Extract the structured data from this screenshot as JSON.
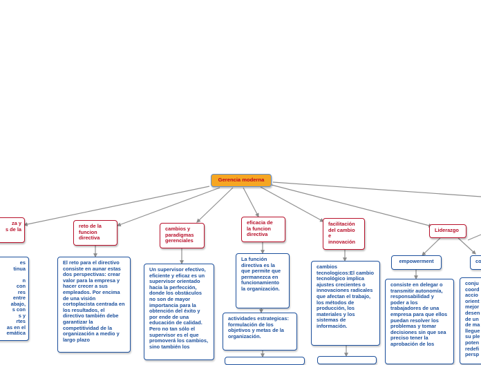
{
  "root": {
    "label": "Gerencia moderna"
  },
  "branches": {
    "left_cut": "za y\ns de la",
    "reto": "reto de la\nfuncion\ndirectiva",
    "cambios": "cambios y\nparadigmas\ngerenciales",
    "eficacia": "eficacia de\nla funcion\ndirectiva",
    "facilitacion": "facilitación\ndel cambio\ne\ninnovación",
    "liderazgo": "Liderazgo"
  },
  "details": {
    "left_cut": "es\ntinua\n\nn\ncon\nres\nentre\nabajo,\ns con\ns y\nrtes\nas en el\nemática",
    "reto": "El reto para el directivo consiste en aunar estas dos perspectivas: crear valor para la empresa y hacer crecer a sus empleados. Por encima de una visión cortoplacista centrada en los resultados, el directivo también debe garantizar la competitividad de la organización a medio y largo plazo",
    "cambios": "Un supervisor efectivo, eficiente y eficaz es un supervisor orientado hacia la perfección, donde los obstáculos no son de mayor importancia para la obtención del éxito y por ende de una educación de calidad. Pero no tan sólo el supervisor es el que promoverá los cambios, sino también los",
    "eficacia_1": "La función directiva es la que permite que permanezca en funcionamiento la organización.",
    "eficacia_2": "actividades estrategicas: formulación de los objetivos y metas de la organización.",
    "facilitacion": "cambios tecnologicos:El cambio tecnológico implica ajustes crecientes o innovaciones radicales que afectan el trabajo, los métodos de producción, los materiales y los sistemas de información.",
    "empowerment": "empowerment",
    "empowerment_detail": "consiste en delegar o transmitir autonomía, responsabilidad y poder a los trabajadores de una empresa para que ellos puedan resolver los problemas y tomar decisiones sin que sea preciso tener la aprobación de los",
    "right_cut_title": "co",
    "right_cut_detail": "conju\ncoord\naccio\norient\nmejor\ndesen\nde un\nde ma\nllegue\nsu ple\npoten\nredefi\npersp"
  }
}
